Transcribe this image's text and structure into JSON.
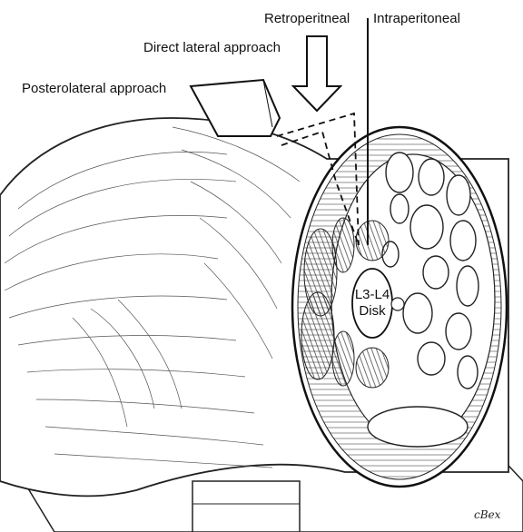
{
  "labels": {
    "retroperitneal": "Retroperitneal",
    "intraperitoneal": "Intraperitoneal",
    "direct_lateral": "Direct lateral approach",
    "posterolateral": "Posterolateral approach",
    "disk_line1": "L3-L4",
    "disk_line2": "Disk"
  },
  "signature": "cBex"
}
